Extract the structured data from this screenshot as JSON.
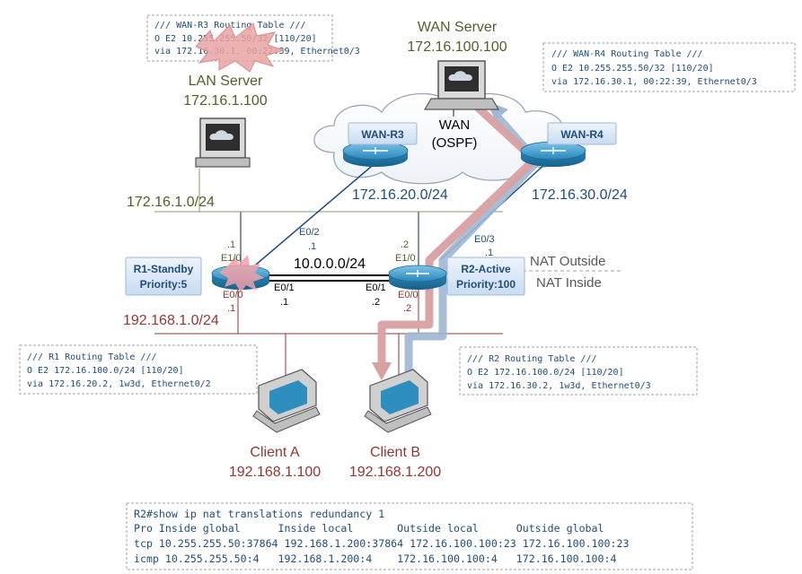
{
  "wan_r3_table": {
    "title": "/// WAN-R3 Routing Table ///",
    "line1": "O E2      10.255.255.50/32 [110/20]",
    "line2": "  via 172.16.30.1, 00:22:39, Ethernet0/3"
  },
  "wan_r4_table": {
    "title": "/// WAN-R4 Routing Table ///",
    "line1": "O E2     10.255.255.50/32 [110/20]",
    "line2": "  via 172.16.30.1, 00:22:39, Ethernet0/3"
  },
  "r1_table": {
    "title": "/// R1 Routing Table ///",
    "line1": "O E2     172.16.100.0/24 [110/20]",
    "line2": "  via 172.16.20.2, 1w3d, Ethernet0/2"
  },
  "r2_table": {
    "title": "/// R2 Routing Table ///",
    "line1": "O E2     172.16.100.0/24 [110/20]",
    "line2": "  via 172.16.30.2, 1w3d, Ethernet0/3"
  },
  "wan_server": {
    "name": "WAN Server",
    "ip": "172.16.100.100"
  },
  "lan_server": {
    "name": "LAN Server",
    "ip": "172.16.1.100"
  },
  "wan_cloud": {
    "line1": "WAN",
    "line2": "(OSPF)"
  },
  "routers": {
    "wan_r3": "WAN-R3",
    "wan_r4": "WAN-R4",
    "r1": {
      "line1": "R1-Standby",
      "line2": "Priority:5"
    },
    "r2": {
      "line1": "R2-Active",
      "line2": "Priority:100"
    }
  },
  "networks": {
    "lan_server": "172.16.1.0/24",
    "r3_link": "172.16.20.0/24",
    "r4_link": "172.16.30.0/24",
    "interconnect": "10.0.0.0/24",
    "clients": "192.168.1.0/24"
  },
  "nat": {
    "outside": "NAT Outside",
    "inside": "NAT Inside"
  },
  "interfaces": {
    "r1_e1_0": "E1/0",
    "r1_e1_0_ip": ".1",
    "r1_e0_2": "E0/2",
    "r1_e0_2_ip": ".1",
    "r1_e0_0": "E0/0",
    "r1_e0_0_ip": ".1",
    "r1_e0_1": "E0/1",
    "r1_e0_1_ip": ".1",
    "r2_e1_0": "E1/0",
    "r2_e1_0_ip": ".2",
    "r2_e0_3": "E0/3",
    "r2_e0_3_ip": ".1",
    "r2_e0_0": "E0/0",
    "r2_e0_0_ip": ".2",
    "r2_e0_1": "E0/1",
    "r2_e0_1_ip": ".2"
  },
  "clients": {
    "a": {
      "name": "Client A",
      "ip": "192.168.1.100"
    },
    "b": {
      "name": "Client B",
      "ip": "192.168.1.200"
    }
  },
  "nat_table": {
    "command": "R2#show ip nat translations redundancy 1",
    "header": "Pro Inside global      Inside local       Outside local      Outside global",
    "row1": "tcp 10.255.255.50:37864 192.168.1.200:37864 172.16.100.100:23 172.16.100.100:23",
    "row2": "icmp 10.255.255.50:4   192.168.1.200:4    172.16.100.100:4   172.16.100.100:4"
  },
  "colors": {
    "green_label": "#4f6228",
    "blue_label": "#1f4e79",
    "red_label": "#943634",
    "flow_red": "#d9a0a0",
    "flow_blue": "#9fb7d3",
    "router_fill": "#2f8fbf",
    "label_box": "#dbe8f7",
    "callout_border": "#a0a0a0"
  }
}
